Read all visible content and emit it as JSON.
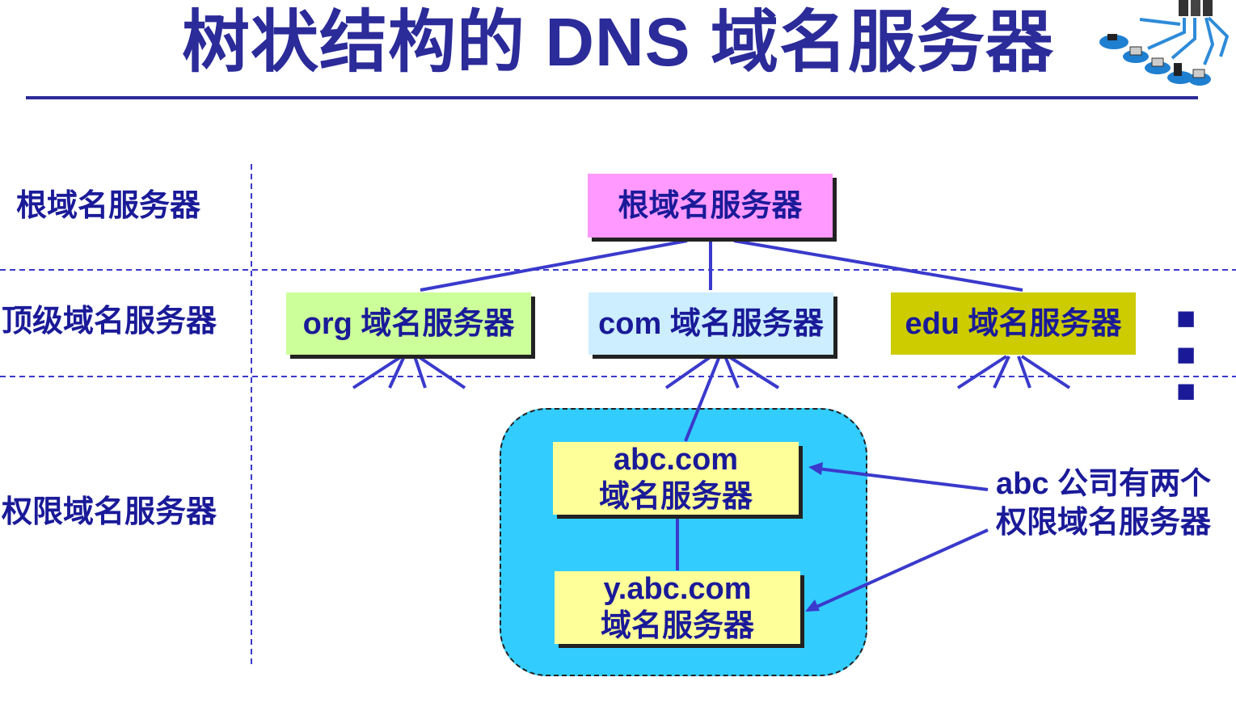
{
  "title": "树状结构的 DNS 域名服务器",
  "levels": {
    "root": "根域名服务器",
    "top": "顶级域名服务器",
    "auth": "权限域名服务器"
  },
  "nodes": {
    "root": "根域名服务器",
    "org": "org 域名服务器",
    "com": "com 域名服务器",
    "edu": "edu 域名服务器",
    "abc_name": "abc.com",
    "abc_sub": "域名服务器",
    "yabc_name": "y.abc.com",
    "yabc_sub": "域名服务器"
  },
  "ellipsis": "■ ■ ■",
  "callout": {
    "line1": "abc 公司有两个",
    "line2": "权限域名服务器"
  },
  "colors": {
    "title": "#2b2b99",
    "text": "#1a1a99",
    "line": "#3a3acc",
    "root_fill": "#ff99ff",
    "org_fill": "#ccff99",
    "com_fill": "#cceeff",
    "edu_fill": "#cccc00",
    "auth_fill": "#ffff99",
    "zone_fill": "#33ccff"
  }
}
